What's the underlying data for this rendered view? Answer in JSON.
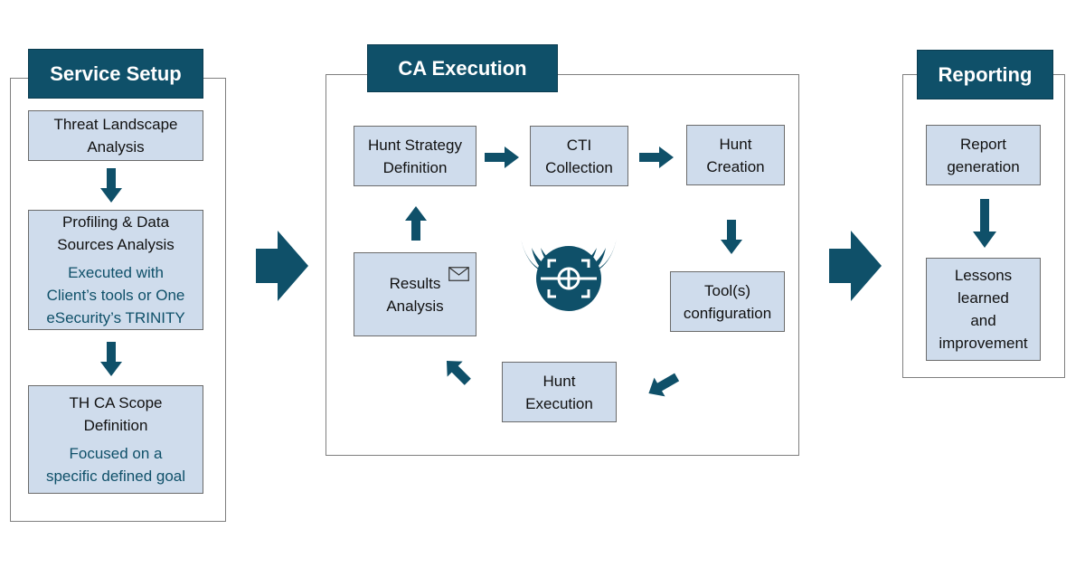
{
  "colors": {
    "header_bg": "#0f5069",
    "box_bg": "#cfdcec",
    "accent_text": "#0f5069",
    "arrow": "#0f5069"
  },
  "service_setup": {
    "title": "Service Setup",
    "step1": {
      "line1": "Threat Landscape",
      "line2": "Analysis"
    },
    "step2": {
      "line1": "Profiling & Data",
      "line2": "Sources Analysis",
      "note1": "Executed with",
      "note2": "Client’s tools or One",
      "note3": "eSecurity’s TRINITY"
    },
    "step3": {
      "line1": "TH CA Scope",
      "line2": "Definition",
      "note1": "Focused on a",
      "note2": "specific defined goal"
    }
  },
  "ca_execution": {
    "title": "CA Execution",
    "hunt_strategy": {
      "line1": "Hunt Strategy",
      "line2": "Definition"
    },
    "cti": {
      "line1": "CTI",
      "line2": "Collection"
    },
    "hunt_creation": {
      "line1": "Hunt",
      "line2": "Creation"
    },
    "tool_config": {
      "line1": "Tool(s)",
      "line2": "configuration"
    },
    "hunt_execution": {
      "line1": "Hunt",
      "line2": "Execution"
    },
    "results": {
      "line1": "Results",
      "line2": "Analysis"
    },
    "icons": [
      "envelope-icon",
      "winged-target-logo"
    ]
  },
  "reporting": {
    "title": "Reporting",
    "report": {
      "line1": "Report",
      "line2": "generation"
    },
    "lessons": {
      "line1": "Lessons",
      "line2": "learned",
      "line3": "and",
      "line4": "improvement"
    }
  }
}
